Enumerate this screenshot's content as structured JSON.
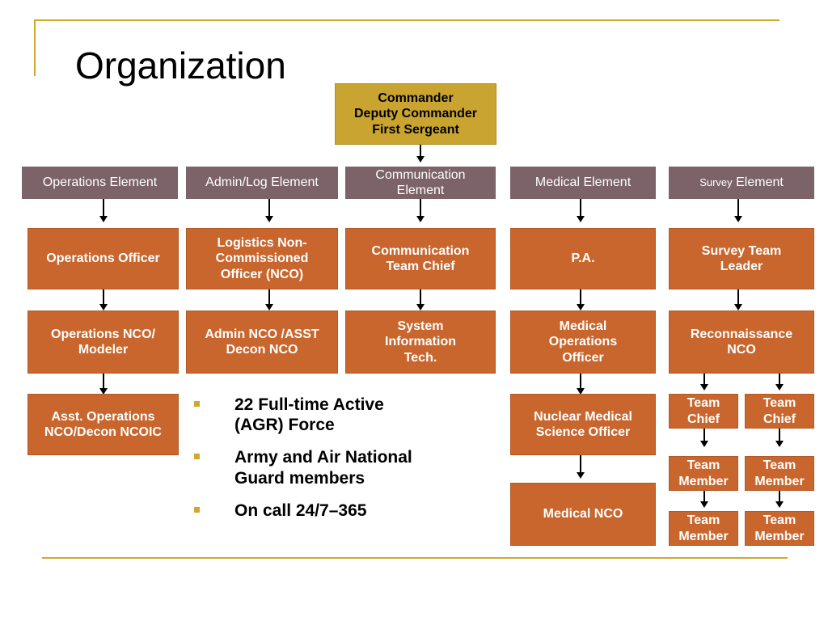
{
  "slide": {
    "title": "Organization"
  },
  "command": {
    "lines": [
      "Commander",
      "Deputy Commander",
      "First Sergeant"
    ]
  },
  "elements": {
    "operations": "Operations Element",
    "admin_log": "Admin/Log Element",
    "communication": "Communication Element",
    "medical": "Medical Element",
    "survey_prefix": "Survey",
    "survey_suffix": "Element"
  },
  "units": {
    "operations_officer": "Operations Officer",
    "operations_nco": "Operations NCO/ Modeler",
    "asst_operations": "Asst. Operations NCO/Decon NCOIC",
    "logistics_nco": "Logistics Non-Commissioned Officer (NCO)",
    "admin_nco": "Admin NCO /ASST Decon NCO",
    "comm_team_chief": "Communication Team Chief",
    "system_info_tech": "System Information Tech.",
    "pa": "P.A.",
    "medical_ops_officer": "Medical Operations Officer",
    "nuclear_medical_officer": "Nuclear Medical Science Officer",
    "medical_nco": "Medical NCO",
    "survey_team_leader": "Survey Team Leader",
    "recon_nco": "Reconnaissance NCO",
    "team_chief_left": "Team Chief",
    "team_chief_right": "Team Chief",
    "team_member_left_1": "Team Member",
    "team_member_right_1": "Team Member",
    "team_member_left_2": "Team Member",
    "team_member_right_2": "Team Member"
  },
  "bullets": [
    "22 Full-time Active\n(AGR) Force",
    "Army and Air National\nGuard members",
    "On call 24/7–365"
  ],
  "colors": {
    "accent_gold": "#d4a72c",
    "command_box": "#c9a430",
    "element_box": "#7c6269",
    "unit_box": "#c8662d"
  }
}
